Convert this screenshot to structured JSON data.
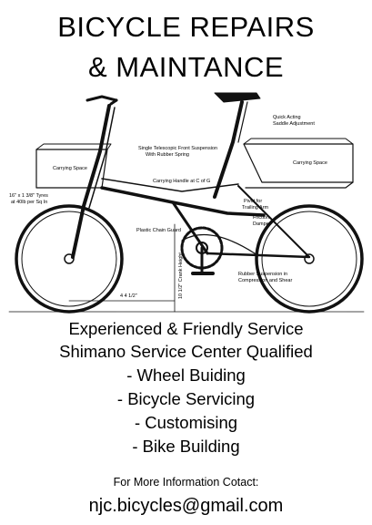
{
  "title": {
    "line1": "BICYCLE REPAIRS",
    "line2": "& MAINTANCE"
  },
  "diagram": {
    "labels": {
      "carrying_space_front": "Carrying Space",
      "carrying_space_rear": "Carrying Space",
      "front_suspension_1": "Single Telescopic Front Suspension",
      "front_suspension_2": "With Rubber Spring",
      "saddle_adjust_1": "Quick Acting",
      "saddle_adjust_2": "Saddle Adjustment",
      "carrying_handle": "Carrying Handle at C of G",
      "tyre_1": "16\" x 1 3/8\" Tyres",
      "tyre_2": "at 40lb per Sq In",
      "pivot_1": "Pivot for",
      "pivot_2": "Trailing Arm",
      "friction_1": "Friction",
      "friction_2": "Damper",
      "chain_guard": "Plastic Chain Guard",
      "rubber_susp_1": "Rubber Suspension in",
      "rubber_susp_2": "Compression and Shear",
      "dim_bottom": "4 4 1/2\"",
      "dim_vertical": "10 1/2\" Crank Height"
    }
  },
  "services": [
    "Experienced & Friendly Service",
    "Shimano Service Center Qualified",
    "- Wheel Buiding",
    "- Bicycle Servicing",
    "- Customising",
    "- Bike Building"
  ],
  "contact": {
    "prompt": "For More Information Cotact:",
    "email": "njc.bicycles@gmail.com"
  }
}
